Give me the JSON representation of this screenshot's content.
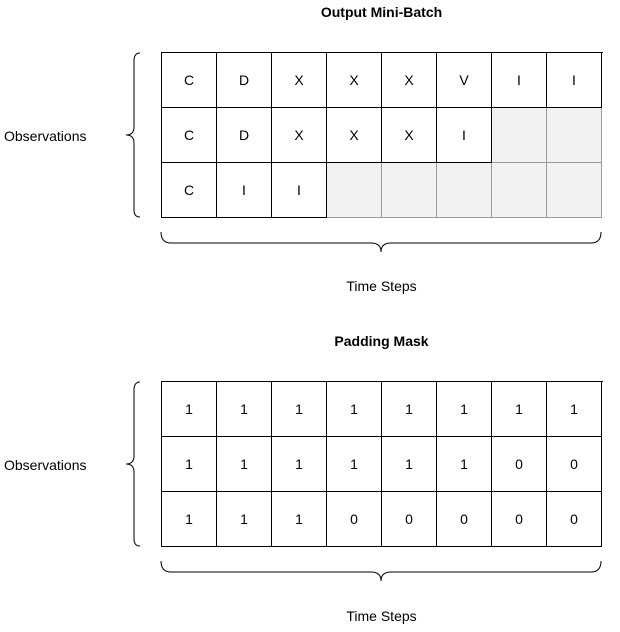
{
  "top": {
    "title": "Output Mini-Batch",
    "row_label": "Observations",
    "column_label": "Time Steps",
    "rows": [
      [
        "C",
        "D",
        "X",
        "X",
        "X",
        "V",
        "I",
        "I"
      ],
      [
        "C",
        "D",
        "X",
        "X",
        "X",
        "I",
        "",
        ""
      ],
      [
        "C",
        "I",
        "I",
        "",
        "",
        "",
        "",
        ""
      ]
    ],
    "padded_fill": "#f2f2f2"
  },
  "bottom": {
    "title": "Padding Mask",
    "row_label": "Observations",
    "column_label": "Time Steps",
    "rows": [
      [
        "1",
        "1",
        "1",
        "1",
        "1",
        "1",
        "1",
        "1"
      ],
      [
        "1",
        "1",
        "1",
        "1",
        "1",
        "1",
        "0",
        "0"
      ],
      [
        "1",
        "1",
        "1",
        "0",
        "0",
        "0",
        "0",
        "0"
      ]
    ]
  }
}
